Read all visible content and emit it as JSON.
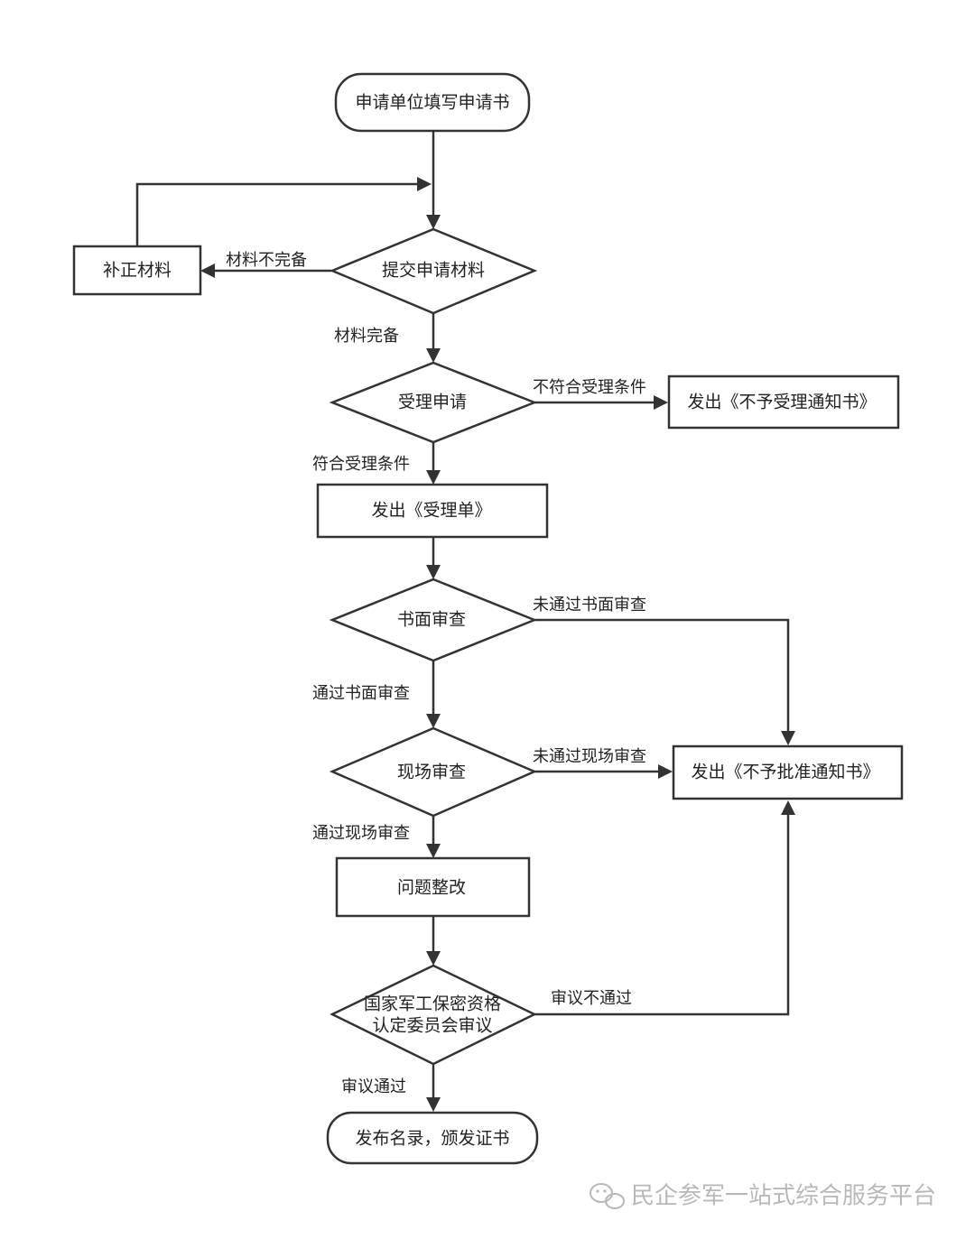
{
  "nodes": {
    "start": "申请单位填写申请书",
    "fix": "补正材料",
    "submit": "提交申请材料",
    "accept": "受理申请",
    "reject_notice": "发出《不予受理通知书》",
    "receipt": "发出《受理单》",
    "written_review": "书面审查",
    "site_review": "现场审查",
    "deny_notice": "发出《不予批准通知书》",
    "rectify": "问题整改",
    "committee_line1": "国家军工保密资格",
    "committee_line2": "认定委员会审议",
    "end": "发布名录，颁发证书"
  },
  "edges": {
    "incomplete": "材料不完备",
    "complete": "材料完备",
    "not_eligible": "不符合受理条件",
    "eligible": "符合受理条件",
    "written_fail": "未通过书面审查",
    "written_pass": "通过书面审查",
    "site_fail": "未通过现场审查",
    "site_pass": "通过现场审查",
    "review_fail": "审议不通过",
    "review_pass": "审议通过"
  },
  "watermark": {
    "text": "民企参军一站式综合服务平台",
    "icon": "wechat-icon"
  }
}
